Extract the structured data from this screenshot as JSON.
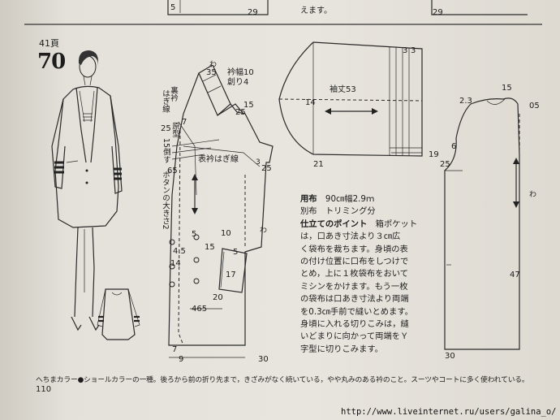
{
  "header": {
    "top_cut_left": "5",
    "top_cut_29": "29",
    "top_cut_text": "えます。",
    "top_cut_right": "29",
    "page_ref": "41頁",
    "pattern_number": "70"
  },
  "front_piece": {
    "collar_width_label": "衿幅10",
    "collar_width_note": "創り4",
    "n35": "35",
    "n15a": "15",
    "n25a": "25",
    "n25b": "25",
    "n7": "7",
    "n65": "65",
    "n45": "4.5",
    "n5a": "5",
    "n15b": "15",
    "n14": "14",
    "n10": "10",
    "n5b": "5",
    "n17": "17",
    "n20": "20",
    "n465": "465",
    "n9": "9",
    "n30": "30",
    "n7b": "7",
    "n3": "3",
    "wa": "わ",
    "inner_collar_line": "表衿はぎ線",
    "v_back_collar": "裏衿",
    "v_seam": "はぎ線",
    "v_orig": "原型",
    "v_15_down": "15倒す",
    "v_button": "ボタンの大きさ2"
  },
  "sleeve": {
    "length_label": "袖丈53",
    "n14": "14",
    "n3a": "3",
    "n3b": "3",
    "n21": "21",
    "n19": "19"
  },
  "back_piece": {
    "n23": "2.3",
    "n15": "15",
    "n05": "05",
    "n6": "6",
    "n25": "25",
    "n47": "47",
    "n30": "30",
    "wa": "わ"
  },
  "notes": {
    "fabric_label": "用布",
    "fabric_value": "90㎝幅2.9ｍ",
    "extra_label": "別布",
    "extra_value": "トリミング分",
    "points_title": "仕立てのポイント",
    "line1_tail": "箱ポケット",
    "line2": "は，口あき寸法より３㎝広",
    "line3": "く袋布を裁ちます。身頃の表",
    "line4": "の付け位置に口布をしつけで",
    "line5": "とめ，上に１枚袋布をおいて",
    "line6": "ミシンをかけます。もう一枚",
    "line7": "の袋布は口あき寸法より両端",
    "line8": "を0.3㎝手前で縫いとめます。",
    "line9": "身頃に入れる切りこみは，縫",
    "line10": "いどまりに向かって両端をＹ",
    "line11": "字型に切りこみます。"
  },
  "footer": {
    "caption": "へちまカラー●ショールカラーの一種。後ろから前の折り先まで，きざみがなく続いている，やや丸みのある衿のこと。スーツやコートに多く使われている。",
    "page_number": "110",
    "watermark": "http://www.liveinternet.ru/users/galina_o/"
  }
}
